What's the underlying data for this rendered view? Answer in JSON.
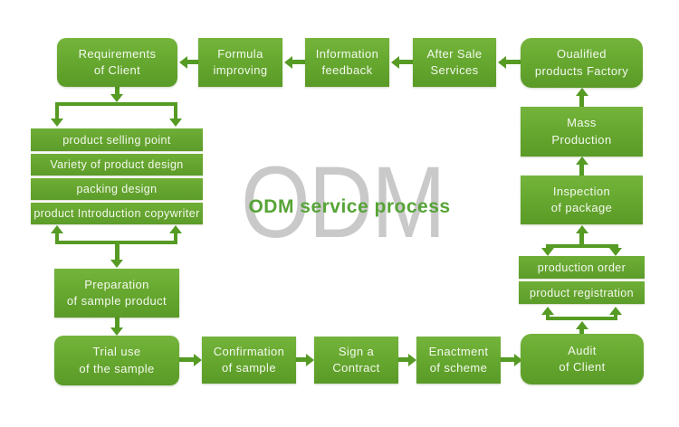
{
  "title": "ODM service process",
  "watermark": "ODM",
  "colors": {
    "box_green_top": "#75b43c",
    "box_green_bottom": "#5a9a27",
    "arrow_green": "#569b24",
    "title_green": "#57a437",
    "watermark_gray": "#c9c9c9",
    "label_text": "#f4f8ee",
    "background": "#ffffff"
  },
  "nodes": {
    "requirements": "Requirements\nof Client",
    "formula": "Formula\nimproving",
    "information": "Information\nfeedback",
    "after_sale": "After Sale\nServices",
    "qualified": "Oualified\nproducts Factory",
    "mass_production": "Mass\nProduction",
    "inspection": "Inspection\nof package",
    "production_order": "production order",
    "product_registration": "product registration",
    "audit": "Audit\nof Client",
    "enactment": "Enactment\nof scheme",
    "sign": "Sign a\nContract",
    "confirmation": "Confirmation\nof sample",
    "trial": "Trial use\nof the sample",
    "preparation": "Preparation\nof sample product",
    "client_requirement_items": [
      "product selling point",
      "Variety of product design",
      "packing design",
      "product Introduction copywriter"
    ]
  }
}
